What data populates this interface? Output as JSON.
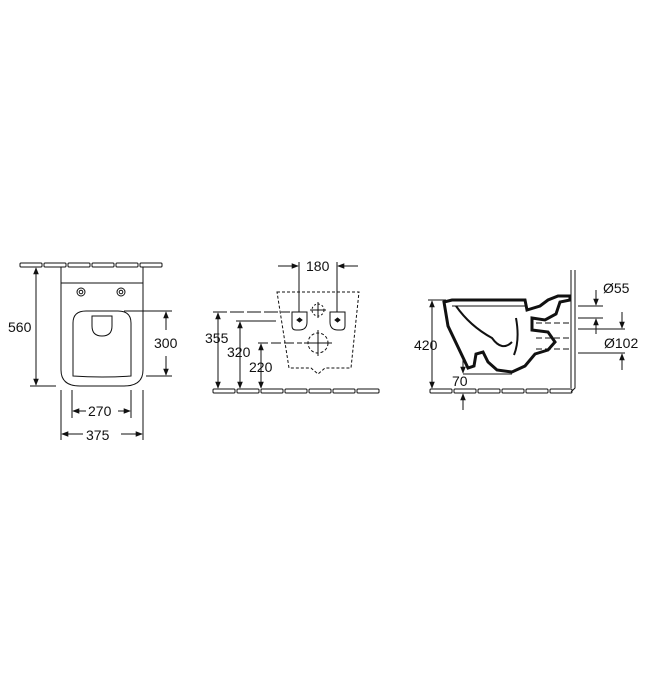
{
  "drawing": {
    "views": {
      "top": {
        "overall_length": "560",
        "overall_width": "375",
        "seat_opening_width": "270",
        "seat_opening_length": "300"
      },
      "rear": {
        "fixing_centres": "180",
        "top_fixing_height": "355",
        "fixing_height": "320",
        "waste_height": "220"
      },
      "side": {
        "rim_height": "420",
        "bottom_clearance": "70",
        "inlet_diameter": "Ø55",
        "outlet_diameter": "Ø102"
      }
    }
  }
}
